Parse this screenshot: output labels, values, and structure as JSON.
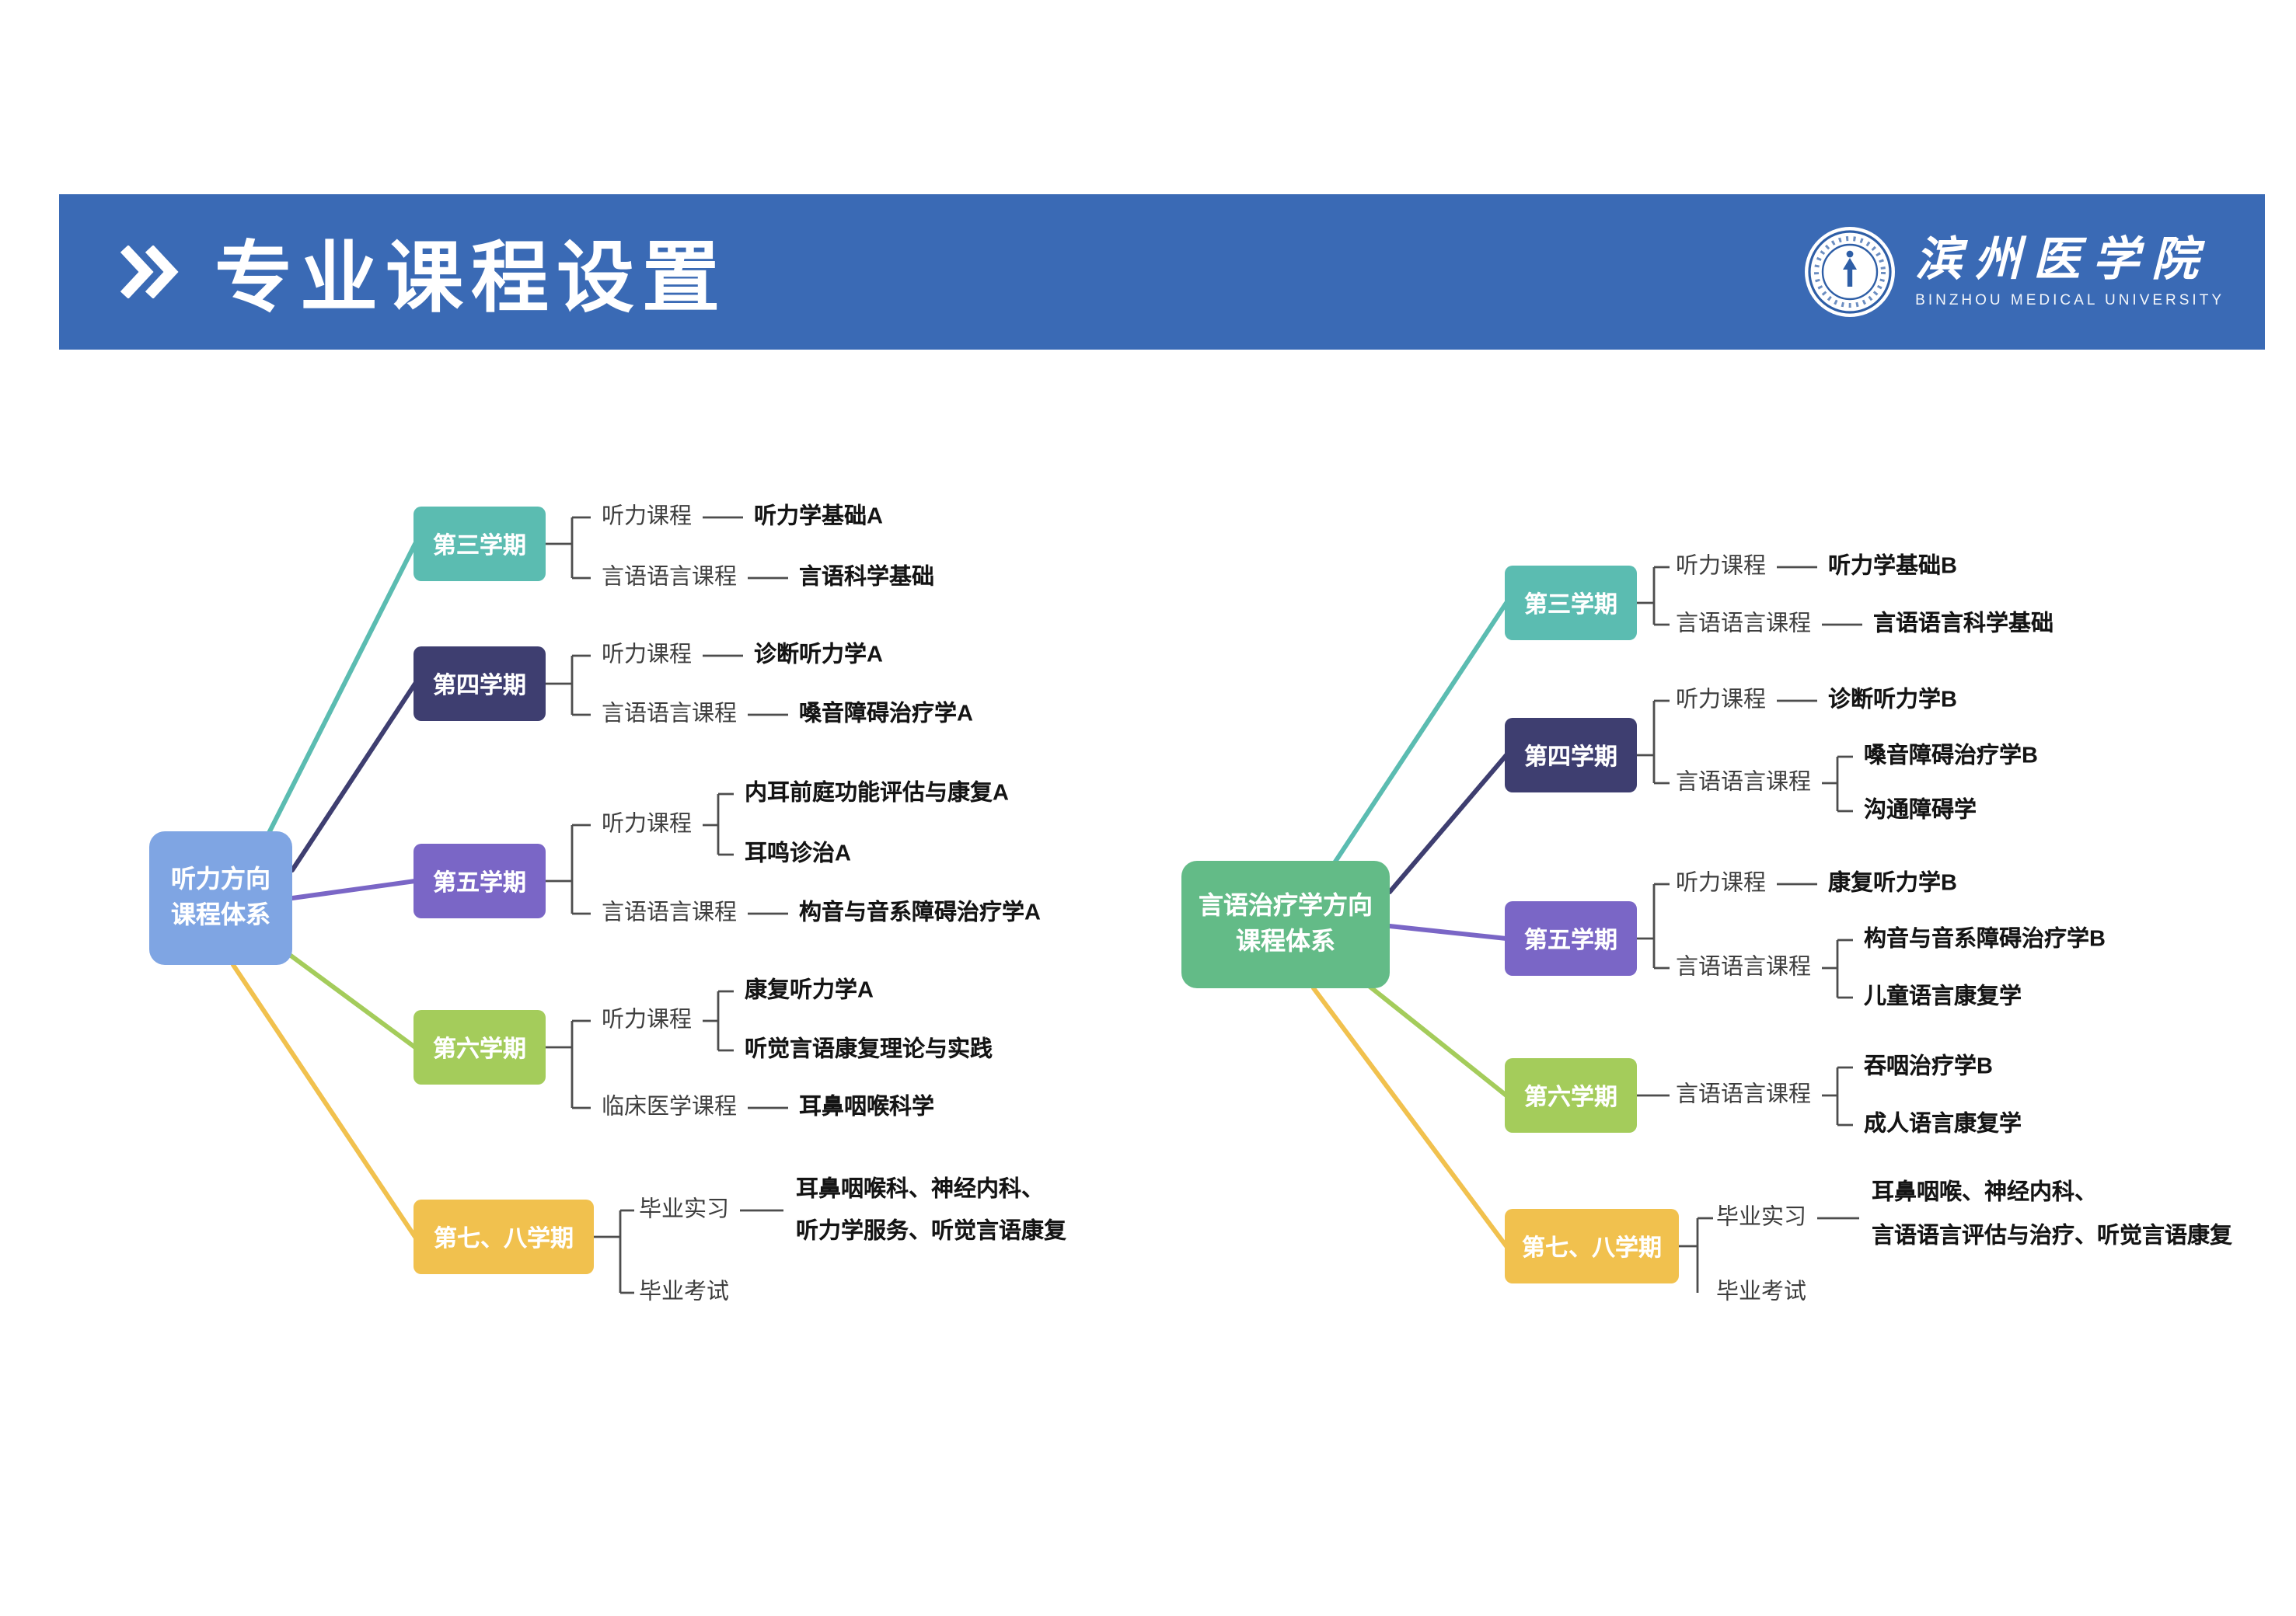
{
  "header": {
    "title": "专业课程设置",
    "logo_cn": "滨州医学院",
    "logo_en": "BINZHOU MEDICAL UNIVERSITY"
  },
  "colors": {
    "header_bg": "#3a6ab5",
    "teal": "#5bbcb1",
    "navy": "#3e3e70",
    "purple": "#7a66c6",
    "green": "#a4cc5b",
    "yellow": "#f1c14e",
    "root_left": "#7fa5e3",
    "root_right": "#63bb87",
    "line": "#4d4d4d"
  },
  "left_tree": {
    "root": {
      "line1": "听力方向",
      "line2": "课程体系"
    },
    "s3": {
      "label": "第三学期",
      "cat1": "听力课程",
      "course1": "听力学基础A",
      "cat2": "言语语言课程",
      "course2": "言语科学基础"
    },
    "s4": {
      "label": "第四学期",
      "cat1": "听力课程",
      "course1": "诊断听力学A",
      "cat2": "言语语言课程",
      "course2": "嗓音障碍治疗学A"
    },
    "s5": {
      "label": "第五学期",
      "cat1": "听力课程",
      "course1a": "内耳前庭功能评估与康复A",
      "course1b": "耳鸣诊治A",
      "cat2": "言语语言课程",
      "course2": "构音与音系障碍治疗学A"
    },
    "s6": {
      "label": "第六学期",
      "cat1": "听力课程",
      "course1a": "康复听力学A",
      "course1b": "听觉言语康复理论与实践",
      "cat2": "临床医学课程",
      "course2": "耳鼻咽喉科学"
    },
    "s78": {
      "label": "第七、八学期",
      "cat1": "毕业实习",
      "course1a": "耳鼻咽喉科、神经内科、",
      "course1b": "听力学服务、听觉言语康复",
      "cat2": "毕业考试"
    }
  },
  "right_tree": {
    "root": {
      "line1": "言语治疗学方向",
      "line2": "课程体系"
    },
    "s3": {
      "label": "第三学期",
      "cat1": "听力课程",
      "course1": "听力学基础B",
      "cat2": "言语语言课程",
      "course2": "言语语言科学基础"
    },
    "s4": {
      "label": "第四学期",
      "cat1": "听力课程",
      "course1": "诊断听力学B",
      "cat2": "言语语言课程",
      "course2a": "嗓音障碍治疗学B",
      "course2b": "沟通障碍学"
    },
    "s5": {
      "label": "第五学期",
      "cat1": "听力课程",
      "course1": "康复听力学B",
      "cat2": "言语语言课程",
      "course2a": "构音与音系障碍治疗学B",
      "course2b": "儿童语言康复学"
    },
    "s6": {
      "label": "第六学期",
      "cat1": "言语语言课程",
      "course1a": "吞咽治疗学B",
      "course1b": "成人语言康复学"
    },
    "s78": {
      "label": "第七、八学期",
      "cat1": "毕业实习",
      "course1a": "耳鼻咽喉、神经内科、",
      "course1b": "言语语言评估与治疗、听觉言语康复",
      "cat2": "毕业考试"
    }
  }
}
